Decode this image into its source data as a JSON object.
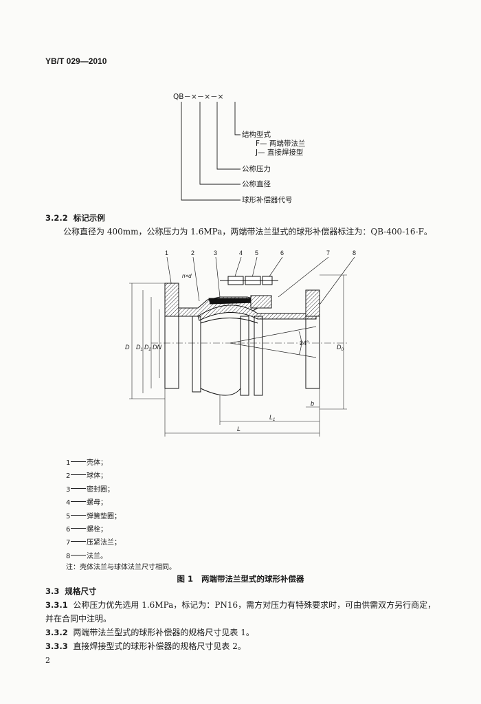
{
  "header": {
    "doc_id": "YB/T 029—2010"
  },
  "code_diagram": {
    "code": "QB－×－×－×",
    "items": [
      {
        "label": "结构型式",
        "sub": [
          "F— 两端带法兰",
          "J— 直接焊接型"
        ]
      },
      {
        "label": "公称压力"
      },
      {
        "label": "公称直径"
      },
      {
        "label": "球形补偿器代号"
      }
    ]
  },
  "section_322": {
    "number": "3.2.2",
    "title": "标记示例",
    "text": "公称直径为 400mm，公称压力为 1.6MPa，两端带法兰型式的球形补偿器标注为：QB-400-16-F。"
  },
  "figure": {
    "callouts": [
      "1",
      "2",
      "3",
      "4",
      "5",
      "6",
      "7",
      "8"
    ],
    "dims": {
      "D": "D",
      "D1": "D",
      "D1_sub": "1",
      "D2": "D",
      "D2_sub": "2",
      "DN": "DN",
      "D0": "D",
      "D0_sub": "0",
      "L": "L",
      "L1": "L",
      "L1_sub": "1",
      "b": "b",
      "nxd": "n×d",
      "angle": "24°"
    },
    "legend": [
      {
        "num": "1",
        "label": "壳体；"
      },
      {
        "num": "2",
        "label": "球体；"
      },
      {
        "num": "3",
        "label": "密封圈；"
      },
      {
        "num": "4",
        "label": "螺母；"
      },
      {
        "num": "5",
        "label": "弹簧垫圈；"
      },
      {
        "num": "6",
        "label": "螺栓；"
      },
      {
        "num": "7",
        "label": "压紧法兰；"
      },
      {
        "num": "8",
        "label": "法兰。"
      }
    ],
    "note": "注：壳体法兰与球体法兰尺寸相同。",
    "caption_label": "图 1",
    "caption_title": "两端带法兰型式的球形补偿器"
  },
  "section_33": {
    "number": "3.3",
    "title": "规格尺寸"
  },
  "section_331": {
    "number": "3.3.1",
    "text_line1": "公称压力优先选用 1.6MPa，标记为：PN16，需方对压力有特殊要求时，可由供需双方另行商定，",
    "text_line2": "并在合同中注明。"
  },
  "section_332": {
    "number": "3.3.2",
    "text": "两端带法兰型式的球形补偿器的规格尺寸见表 1。"
  },
  "section_333": {
    "number": "3.3.3",
    "text": "直接焊接型式的球形补偿器的规格尺寸见表 2。"
  },
  "footer": {
    "page_number": "2"
  }
}
